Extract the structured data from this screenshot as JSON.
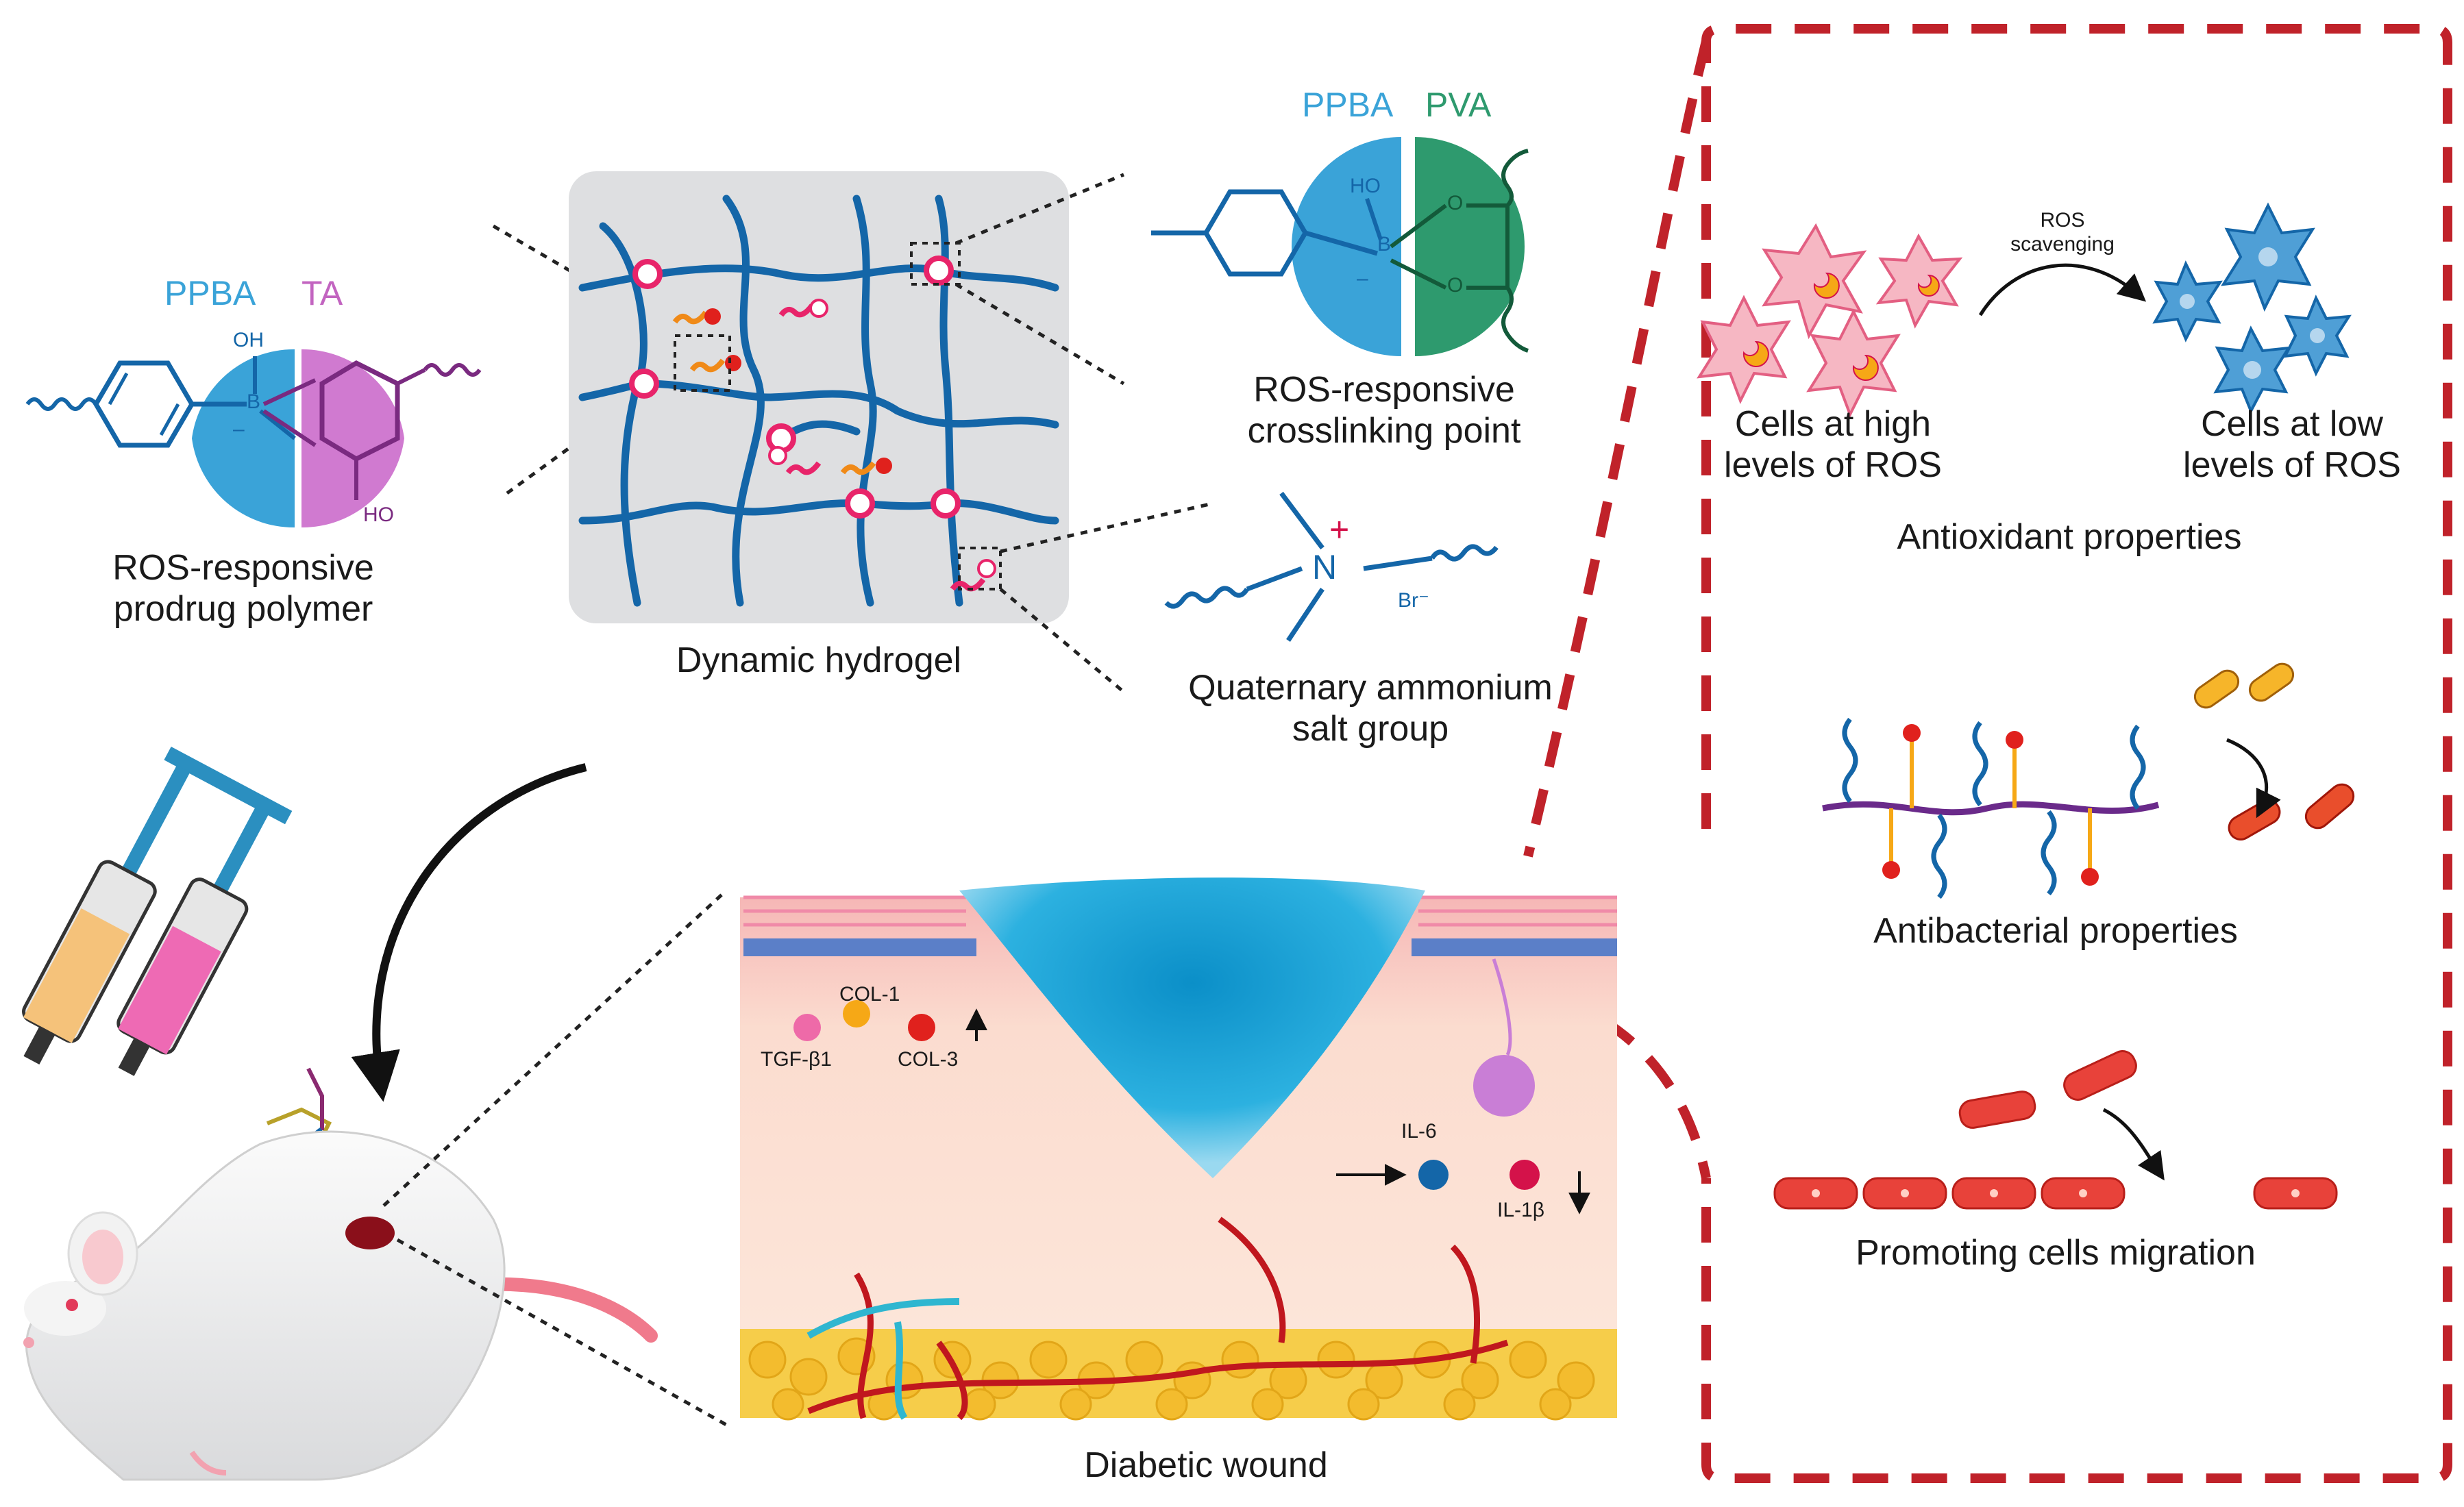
{
  "colors": {
    "ppba": "#3aa3d8",
    "ta": "#c264c0",
    "pva": "#2e9a6e",
    "network": "#1466a8",
    "crosslink": "#e8246a",
    "dash_frame": "#c0222a",
    "skin_top": "#f28aa8",
    "dermis": "#fbe3d4",
    "fat": "#f6cd4a",
    "gel": "#1fa6d6",
    "ros_high_cell": "#f6b7c3",
    "ros_low_cell": "#4f9fd6",
    "bacterium": "#e94e2c",
    "migrating_cell": "#e8423a"
  },
  "prodrug": {
    "ppba_label": "PPBA",
    "ta_label": "TA",
    "oh_top": "OH",
    "oh_bottom": "HO",
    "boron": "B",
    "minus": "–",
    "title_line1": "ROS-responsive",
    "title_line2": "prodrug polymer"
  },
  "hydrogel": {
    "caption": "Dynamic hydrogel"
  },
  "crosslink_point": {
    "ppba_label": "PPBA",
    "pva_label": "PVA",
    "ho": "HO",
    "boron": "B",
    "minus": "–",
    "o_top": "O",
    "o_bottom": "O",
    "title_line1": "ROS-responsive",
    "title_line2": "crosslinking point"
  },
  "quaternary": {
    "n": "N",
    "plus": "+",
    "br": "Br⁻",
    "title_line1": "Quaternary ammonium",
    "title_line2": "salt group"
  },
  "wound": {
    "caption": "Diabetic wound",
    "col1": "COL-1",
    "tgf": "TGF-β1",
    "col3": "COL-3",
    "il6": "IL-6",
    "il1b": "IL-1β"
  },
  "antioxidant": {
    "arrow_label_line1": "ROS",
    "arrow_label_line2": "scavenging",
    "high_line1": "Cells at high",
    "high_line2": "levels of ROS",
    "low_line1": "Cells at low",
    "low_line2": "levels of ROS",
    "title": "Antioxidant properties"
  },
  "antibacterial": {
    "title": "Antibacterial properties"
  },
  "migration": {
    "title": "Promoting cells migration"
  },
  "icons": [
    "syringe-icon",
    "mouse-icon",
    "cell-icon",
    "bacterium-icon"
  ]
}
